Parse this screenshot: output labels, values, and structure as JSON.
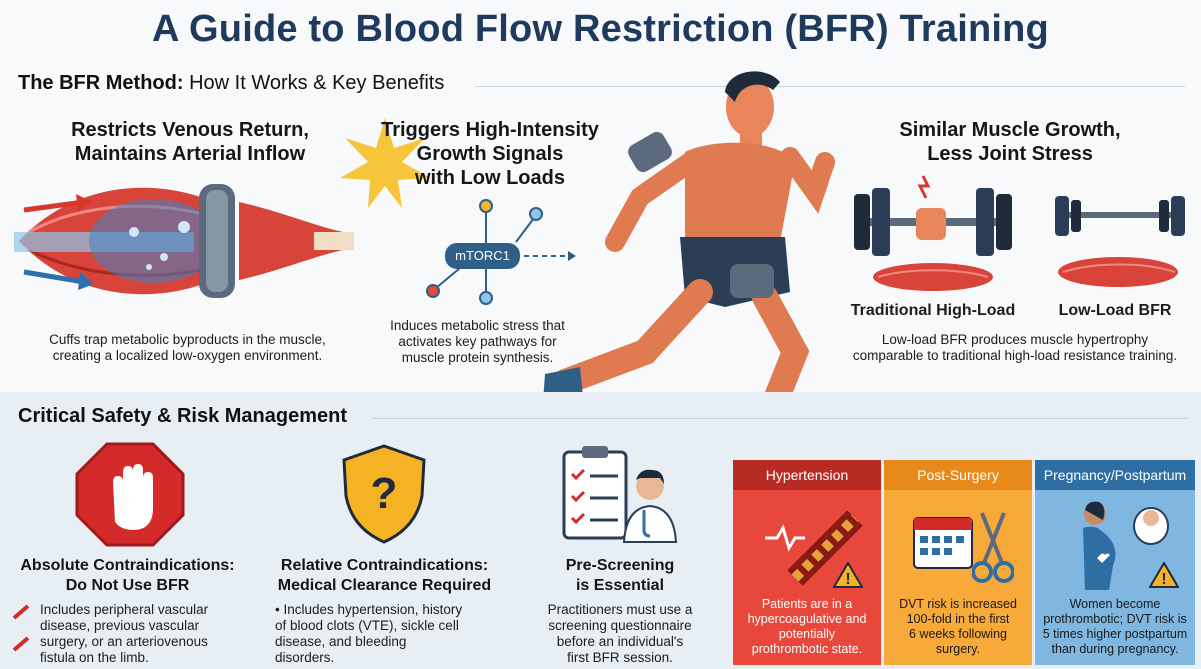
{
  "title": "A Guide to Blood Flow Restriction (BFR) Training",
  "method_section": {
    "heading_bold": "The BFR Method:",
    "heading_rest": "How It Works & Key Benefits"
  },
  "panel_venous": {
    "heading_line1": "Restricts Venous Return,",
    "heading_line2": "Maintains Arterial Inflow",
    "desc_line1": "Cuffs trap metabolic byproducts in the muscle,",
    "desc_line2": "creating a localized low-oxygen environment."
  },
  "panel_signals": {
    "heading_line1": "Triggers High-Intensity",
    "heading_line2": "Growth Signals",
    "heading_line3": "with Low Loads",
    "node_label": "mTORC1",
    "desc_line1": "Induces metabolic stress that",
    "desc_line2": "activates key pathways for",
    "desc_line3": "muscle protein synthesis."
  },
  "panel_growth": {
    "heading_line1": "Similar Muscle Growth,",
    "heading_line2": "Less Joint Stress",
    "label_left": "Traditional High-Load",
    "label_right": "Low-Load BFR",
    "desc_line1": "Low-load BFR produces muscle hypertrophy",
    "desc_line2": "comparable to traditional high-load resistance training."
  },
  "safety_section": {
    "heading": "Critical Safety & Risk Management"
  },
  "absolute": {
    "heading_line1": "Absolute Contraindications:",
    "heading_line2": "Do Not Use BFR",
    "bullet1_line1": "Includes peripheral vascular",
    "bullet1_line2": "disease, previous vascular",
    "bullet2_line1": "surgery, or an arteriovenous",
    "bullet2_line2": "fistula on the limb."
  },
  "relative": {
    "heading_line1": "Relative Contraindications:",
    "heading_line2": "Medical Clearance Required",
    "line1": "• Includes hypertension, history",
    "line2": "of blood clots (VTE), sickle cell",
    "line3": "disease, and bleeding",
    "line4": "disorders."
  },
  "prescreen": {
    "heading_line1": "Pre-Screening",
    "heading_line2": "is Essential",
    "line1": "Practitioners must use a",
    "line2": "screening questionnaire",
    "line3": "before an individual's",
    "line4": "first BFR session."
  },
  "risk_cards": [
    {
      "title": "Hypertension",
      "header_color": "#b72b24",
      "body_color": "#e8483c",
      "text_color": "#ffffff",
      "lines": [
        "Patients are in a",
        "hypercoagulative and",
        "potentially",
        "prothrombotic state."
      ]
    },
    {
      "title": "Post-Surgery",
      "header_color": "#e88a1a",
      "body_color": "#f7a93a",
      "text_color": "#1a1a1a",
      "lines": [
        "DVT risk is increased",
        "100-fold in the first",
        "6 weeks following",
        "surgery."
      ]
    },
    {
      "title": "Pregnancy/Postpartum",
      "header_color": "#2f6ea3",
      "body_color": "#7fb7e0",
      "text_color": "#1a1a1a",
      "lines": [
        "Women become",
        "prothrombotic; DVT risk is",
        "5 times higher postpartum",
        "than during pregnancy."
      ]
    }
  ],
  "colors": {
    "title_navy": "#1f3a5c",
    "muscle_red": "#d9443a",
    "cuff_gray": "#5b6b7d",
    "stop_red": "#d42a2a",
    "shield_yellow": "#f5b324"
  },
  "icons": [
    "stop-hand-icon",
    "shield-question-icon",
    "clipboard-doctor-icon",
    "heart-pulse-icon",
    "calendar-icon",
    "scissors-icon",
    "pregnant-woman-icon",
    "baby-icon",
    "warning-icon",
    "lightning-icon",
    "vessel-icon",
    "barbell-icon",
    "dumbbell-icon"
  ]
}
